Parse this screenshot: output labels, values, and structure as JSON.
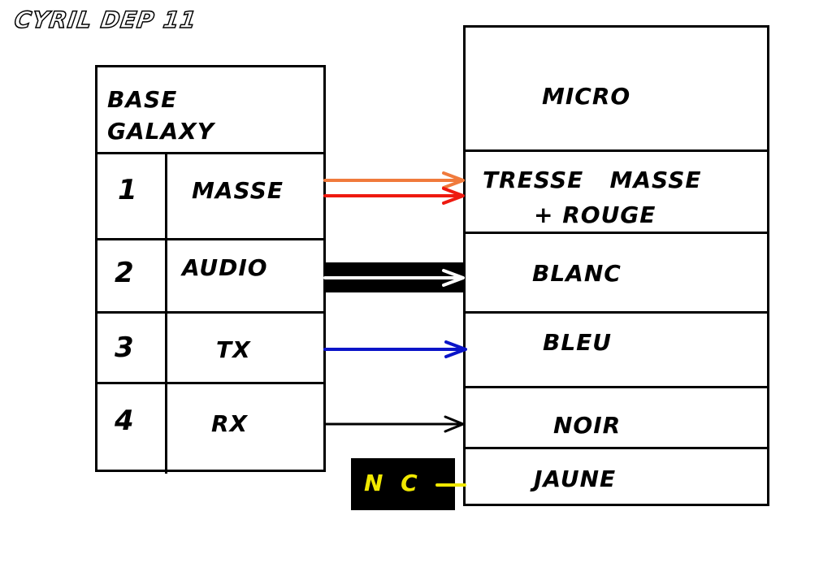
{
  "title": "CYRIL DEP 11",
  "base": {
    "label_line1": "BASE",
    "label_line2": "GALAXY",
    "rows": [
      {
        "num": "1",
        "name": "MASSE"
      },
      {
        "num": "2",
        "name": "AUDIO"
      },
      {
        "num": "3",
        "name": "TX"
      },
      {
        "num": "4",
        "name": "RX"
      }
    ]
  },
  "micro": {
    "header": "MICRO",
    "rows": [
      {
        "line1": "TRESSE   MASSE",
        "line2": "+ ROUGE"
      },
      {
        "line1": "BLANC"
      },
      {
        "line1": "BLEU"
      },
      {
        "line1": "NOIR"
      },
      {
        "line1": "JAUNE"
      }
    ]
  },
  "nc_label": "N C",
  "wire_colors": {
    "masse_orange": "#f07a3c",
    "masse_red": "#ee1a10",
    "audio_outer": "#000000",
    "audio_inner": "#ffffff",
    "tx_blue": "#0a14c8",
    "rx_black": "#000000",
    "nc_yellow": "#f0e800"
  }
}
